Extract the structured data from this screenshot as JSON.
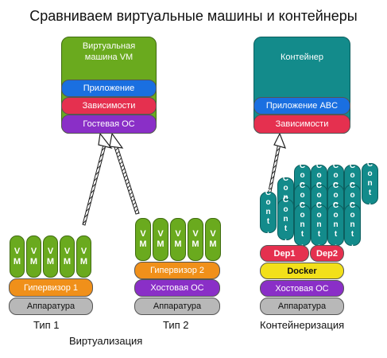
{
  "title": "Сравниваем виртуальные машины и контейнеры",
  "vm_box": {
    "heading_line1": "Виртуальная",
    "heading_line2": "машина VM",
    "layers": [
      "Приложение",
      "Зависимости",
      "Гостевая ОС"
    ]
  },
  "container_box": {
    "heading": "Контейнер",
    "layers": [
      "Приложение ABC",
      "Зависимости"
    ]
  },
  "type1": {
    "vm_letters": [
      "V",
      "M"
    ],
    "vm_count": 5,
    "layers": [
      "Гипервизор 1",
      "Аппаратура"
    ],
    "caption": "Тип 1"
  },
  "type2": {
    "vm_letters": [
      "V",
      "M"
    ],
    "vm_count": 5,
    "layers": [
      "Гипервизор 2",
      "Хостовая ОС",
      "Аппаратура"
    ],
    "caption": "Тип 2"
  },
  "virtualization_caption": "Виртуализация",
  "containerization": {
    "cont_letters": [
      "C",
      "o",
      "n",
      "t",
      "."
    ],
    "dep_labels": [
      "Dep1",
      "Dep2"
    ],
    "layers": [
      "Docker",
      "Хостовая ОС",
      "Аппаратура"
    ],
    "caption": "Контейнеризация"
  },
  "colors": {
    "vm_green": "#6aaa1e",
    "teal": "#138b8b",
    "app_blue": "#1a6fe0",
    "deps_red": "#e5304f",
    "os_purple": "#8a2fc7",
    "hypervisor_orange": "#f0901a",
    "hardware_gray": "#b8b8b8",
    "docker_yellow": "#f2e01a"
  }
}
